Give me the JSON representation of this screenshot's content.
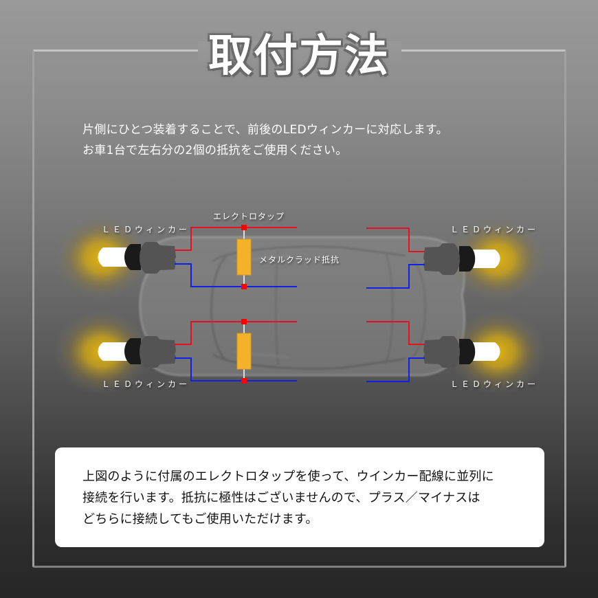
{
  "header": {
    "title": "取付方法"
  },
  "intro": {
    "line1": "片側にひとつ装着することで、前後のLEDウィンカーに対応します。",
    "line2": "お車1台で左右分の2個の抵抗をご使用ください。"
  },
  "diagram": {
    "labels": {
      "led_top_left": "ＬＥＤウィンカー",
      "led_top_right": "ＬＥＤウィンカー",
      "led_bottom_left": "ＬＥＤウィンカー",
      "led_bottom_right": "ＬＥＤウィンカー",
      "electro_tap": "エレクトロタップ",
      "resistor": "メタルクラッド抵抗"
    },
    "colors": {
      "positive_wire": "#e8101e",
      "negative_wire": "#1020e8",
      "tap_marker": "#ff0000",
      "resistor_body": "#f4b12a",
      "bulb_glow": "#e6b80c",
      "socket": "#555555",
      "ring": "#1a1a1a",
      "bulb": "#ffffff"
    }
  },
  "info": {
    "line1": "上図のように付属のエレクトロタップを使って、ウインカー配線に並列に",
    "line2": "接続を行います。抵抗に極性はございませんので、プラス／マイナスは",
    "line3": "どちらに接続してもご使用いただけます。"
  }
}
